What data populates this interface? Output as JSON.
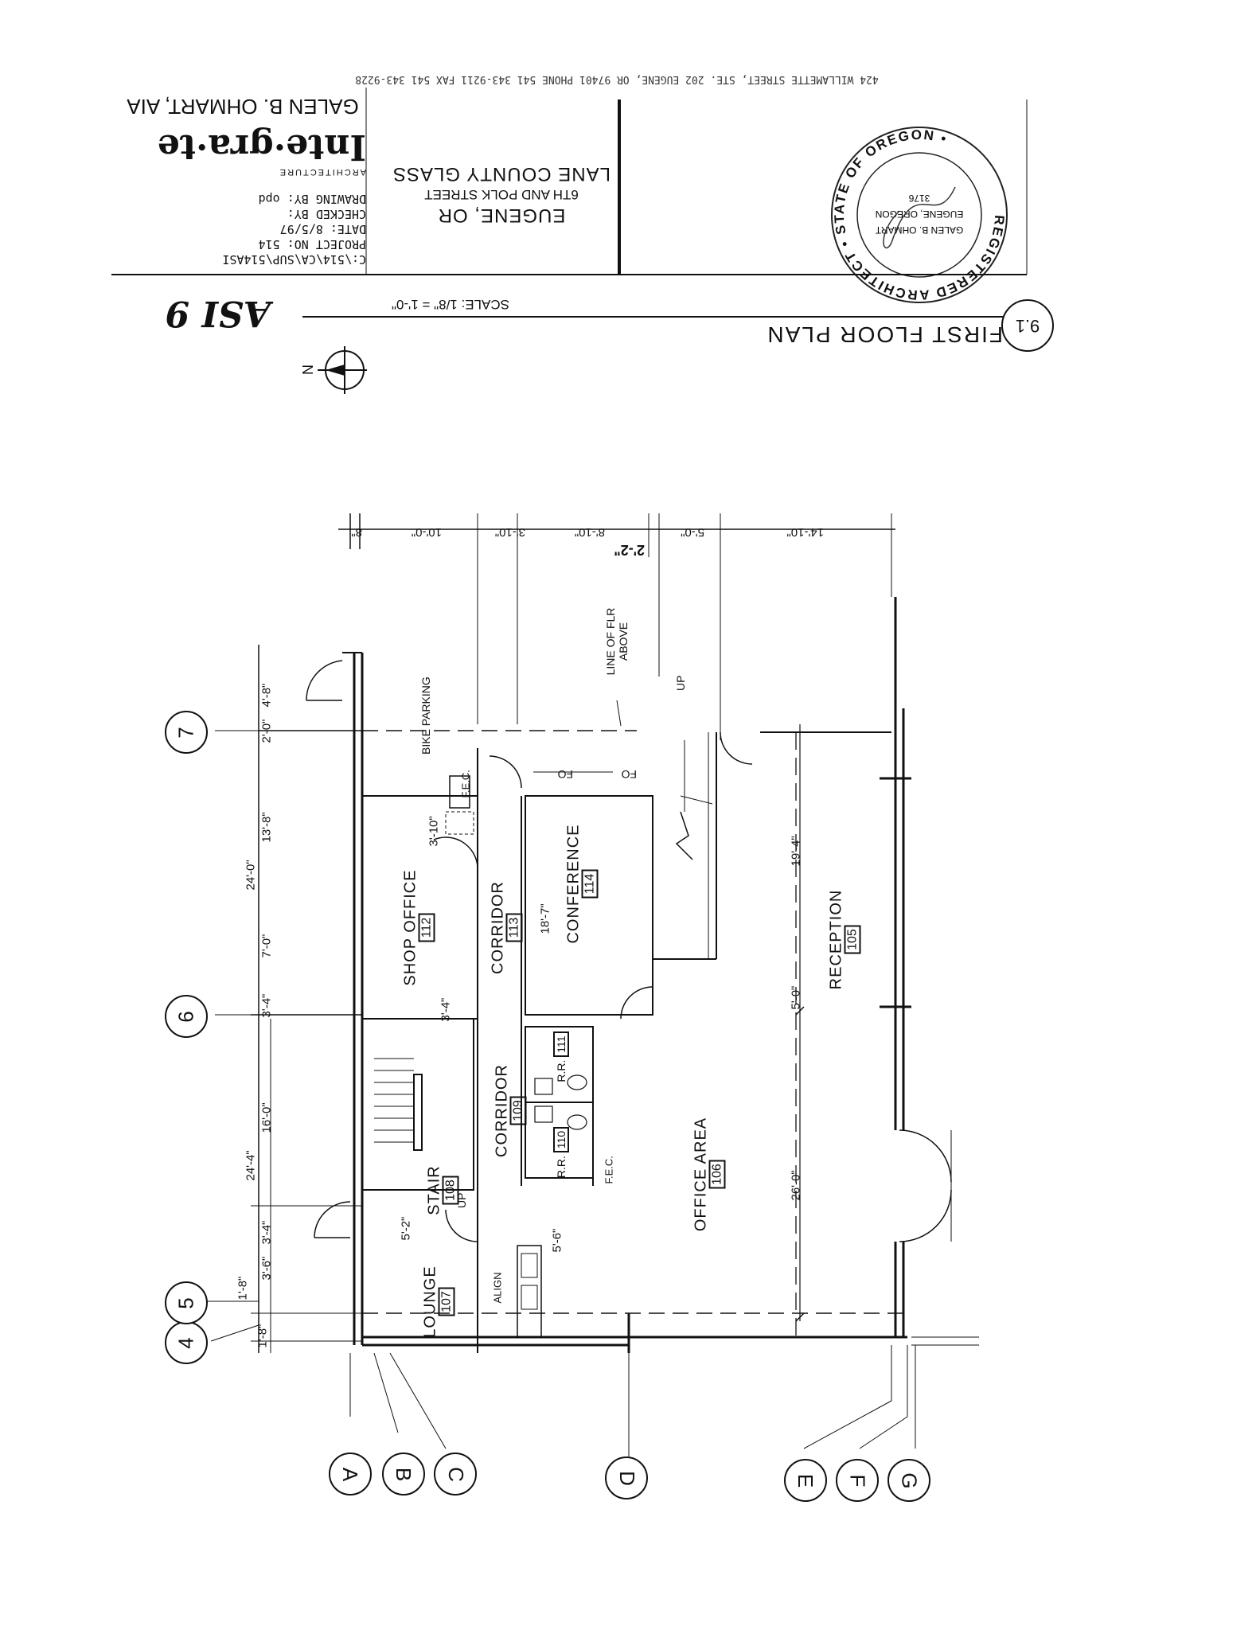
{
  "title_block": {
    "address_line": "424 WILLAMETTE STREET, STE. 202 EUGENE, OR 97401 PHONE 541 343-9211 FAX 541 343-9228",
    "architect": "GALEN B. OHMART, AIA",
    "firm_name": "Inte·gra·te",
    "firm_tagline": "ARCHITECTURE",
    "file_path": "C:\\514\\CA\\SUP\\514ASI",
    "project_no": "PROJECT NO:  514",
    "date": "DATE: 8/5/97",
    "checked_by": "CHECKED BY:",
    "drawing_by": "DRAWING BY: opd",
    "project_name": "LANE COUNTY GLASS",
    "project_address": "6TH AND POLK STREET",
    "project_city": "EUGENE, OR"
  },
  "seal": {
    "ring_text": "REGISTERED ARCHITECT • STATE OF OREGON •",
    "name": "GALEN B. OHMART",
    "city": "EUGENE, OREGON",
    "number": "3176"
  },
  "drawing": {
    "title": "FIRST FLOOR PLAN",
    "number": "9.1",
    "scale": "SCALE: 1/8\" = 1'-0\"",
    "handwritten_note": "ASI 9",
    "north_label": "N"
  },
  "grid_columns": [
    "A",
    "B",
    "C",
    "D",
    "E",
    "F",
    "G"
  ],
  "grid_rows": [
    "4",
    "5",
    "6",
    "7"
  ],
  "rooms": [
    {
      "name": "SHOP OFFICE",
      "number": "112"
    },
    {
      "name": "CORRIDOR",
      "number": "113"
    },
    {
      "name": "CONFERENCE",
      "number": "114"
    },
    {
      "name": "RECEPTION",
      "number": "105"
    },
    {
      "name": "CORRIDOR",
      "number": "109"
    },
    {
      "name": "STAIR",
      "number": "108"
    },
    {
      "name": "OFFICE AREA",
      "number": "106"
    },
    {
      "name": "LOUNGE",
      "number": "107"
    },
    {
      "name": "R.R.",
      "number": "111"
    },
    {
      "name": "R.R.",
      "number": "110"
    }
  ],
  "annotations": {
    "bike_parking": "BIKE PARKING",
    "fec_1": "F.E.C.",
    "fec_2": "F.E.C.",
    "line_of_flr": "LINE OF FLR ABOVE",
    "up_1": "UP",
    "up_2": "UP",
    "fo_1": "FO",
    "fo_2": "FO",
    "align": "ALIGN"
  },
  "dimensions_top": [
    "8\"",
    "10'-0\"",
    "3'-10\"",
    "8'-10\"",
    "5'-0\"",
    "14'-10\""
  ],
  "dimension_22": "2'-2\"",
  "dimensions_left": [
    "4'-8\"",
    "2'-0\"",
    "13'-8\"",
    "24'-0\"",
    "7'-0\"",
    "3'-4\"",
    "16'-0\"",
    "24'-4\"",
    "3'-4\"",
    "3'-6\"",
    "1'-8\"",
    "1'-8\""
  ],
  "dimensions_interior": {
    "d_3_10": "3'-10\"",
    "d_3_4": "3'-4\"",
    "d_18_7": "18'-7\"",
    "d_19_4": "19'-4\"",
    "d_5_0": "5'-0\"",
    "d_26_0": "26'-0\"",
    "d_5_2": "5'-2\"",
    "d_5_6": "5'-6\""
  }
}
